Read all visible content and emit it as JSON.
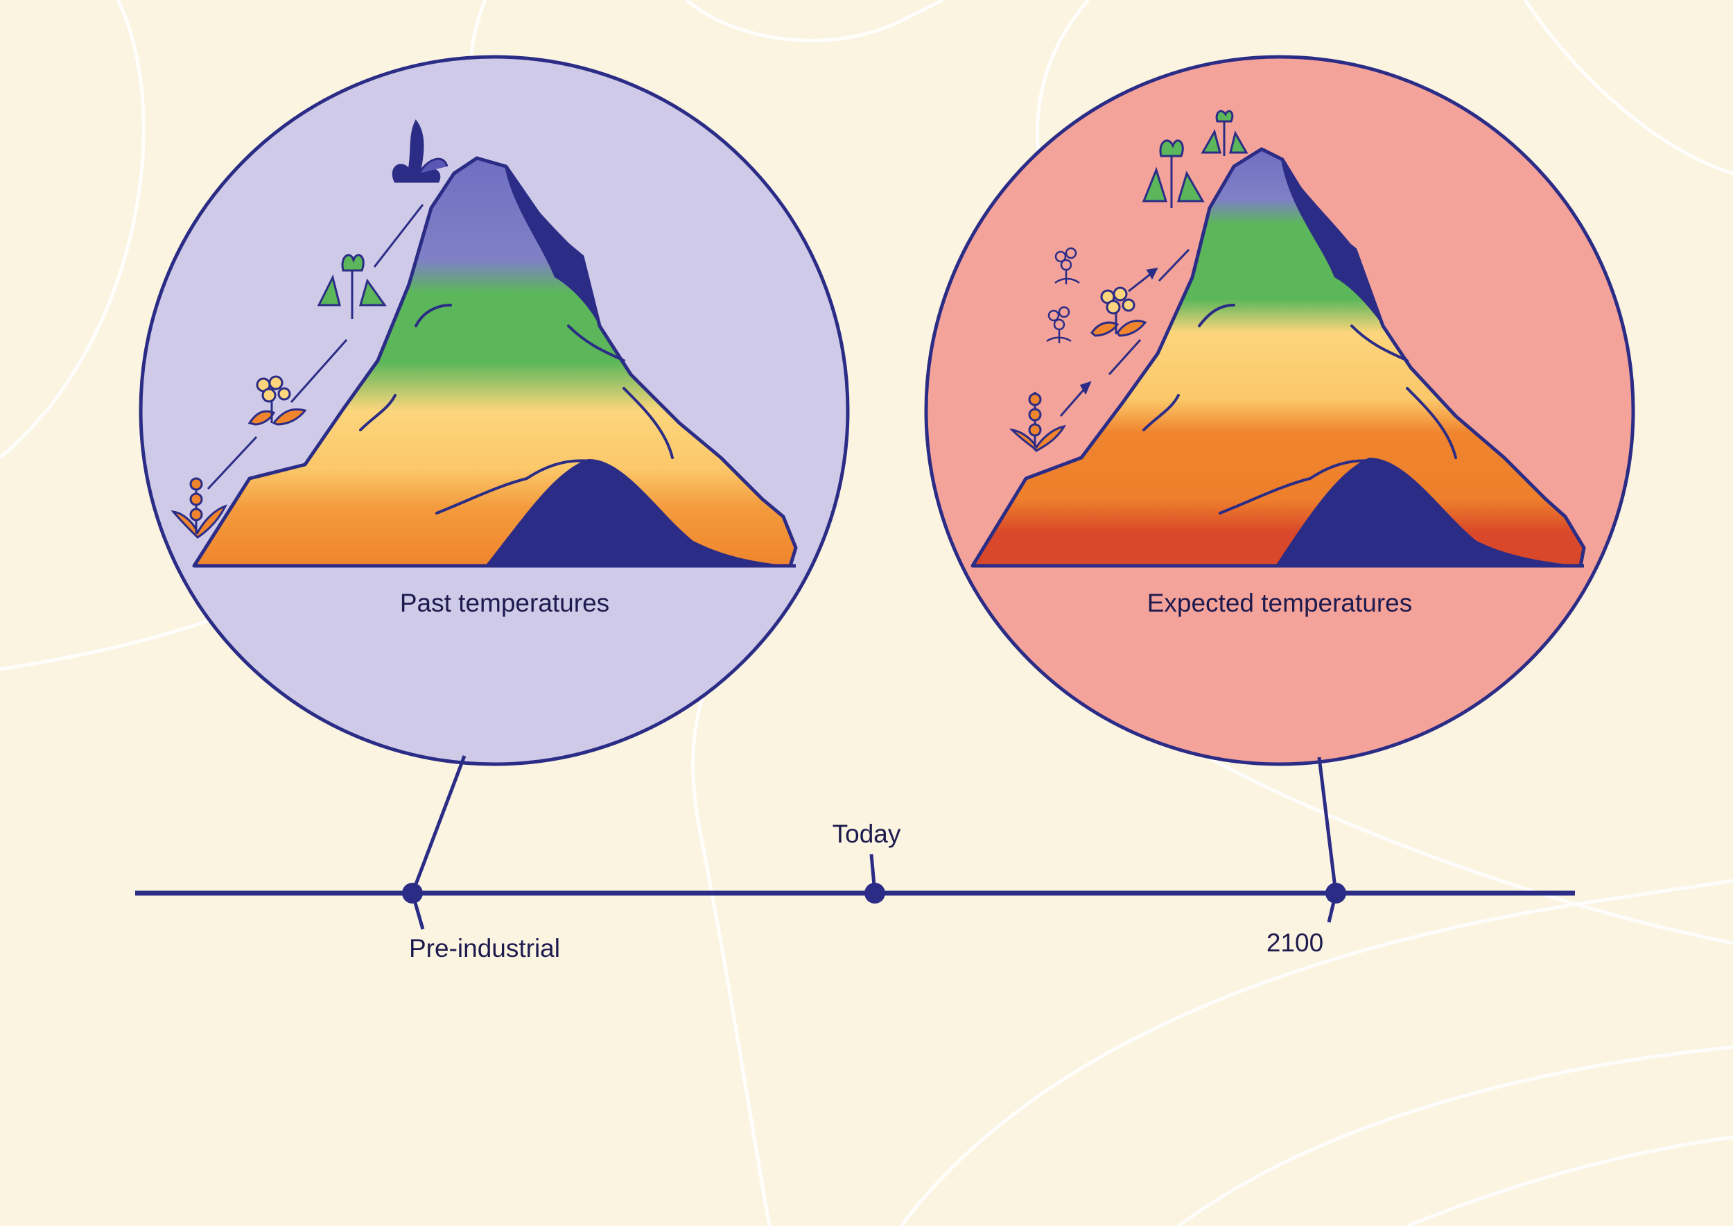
{
  "panels": {
    "past": {
      "caption": "Past temperatures"
    },
    "expected": {
      "caption": "Expected temperatures"
    }
  },
  "timeline": {
    "preindustrial_label": "Pre-industrial",
    "today_label": "Today",
    "future_label": "2100"
  },
  "colors": {
    "background": "#fbf4e1",
    "navy": "#2b2c86",
    "past_circle": "#cfcae7",
    "expected_circle": "#f4a39a",
    "snow": "#6f6fc2",
    "green": "#5cb65a",
    "yellow": "#fcd57c",
    "orange": "#f0852e",
    "red": "#d9482a"
  }
}
